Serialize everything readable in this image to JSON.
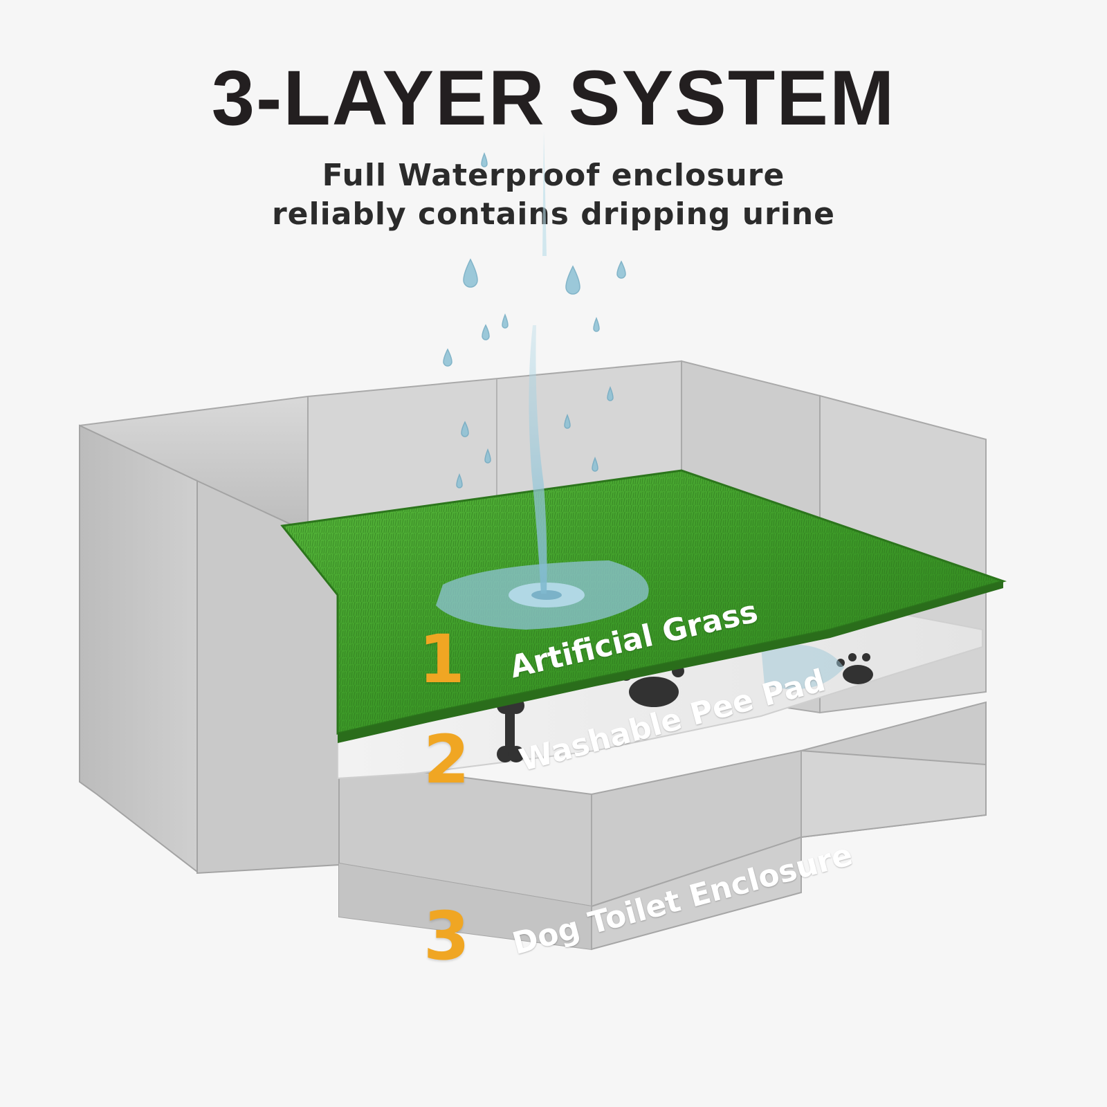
{
  "heading": {
    "title": "3-LAYER SYSTEM",
    "subtitle_line1": "Full Waterproof enclosure",
    "subtitle_line2": "reliably contains dripping urine"
  },
  "layers": [
    {
      "number": "1",
      "label": "Artificial Grass"
    },
    {
      "number": "2",
      "label": "Washable Pee Pad"
    },
    {
      "number": "3",
      "label": "Dog Toilet Enclosure"
    }
  ],
  "colors": {
    "accent": "#f0a623",
    "grass": "#3f9a2c",
    "enclosure": "#c7c7c7",
    "water": "#8fc3d6"
  }
}
